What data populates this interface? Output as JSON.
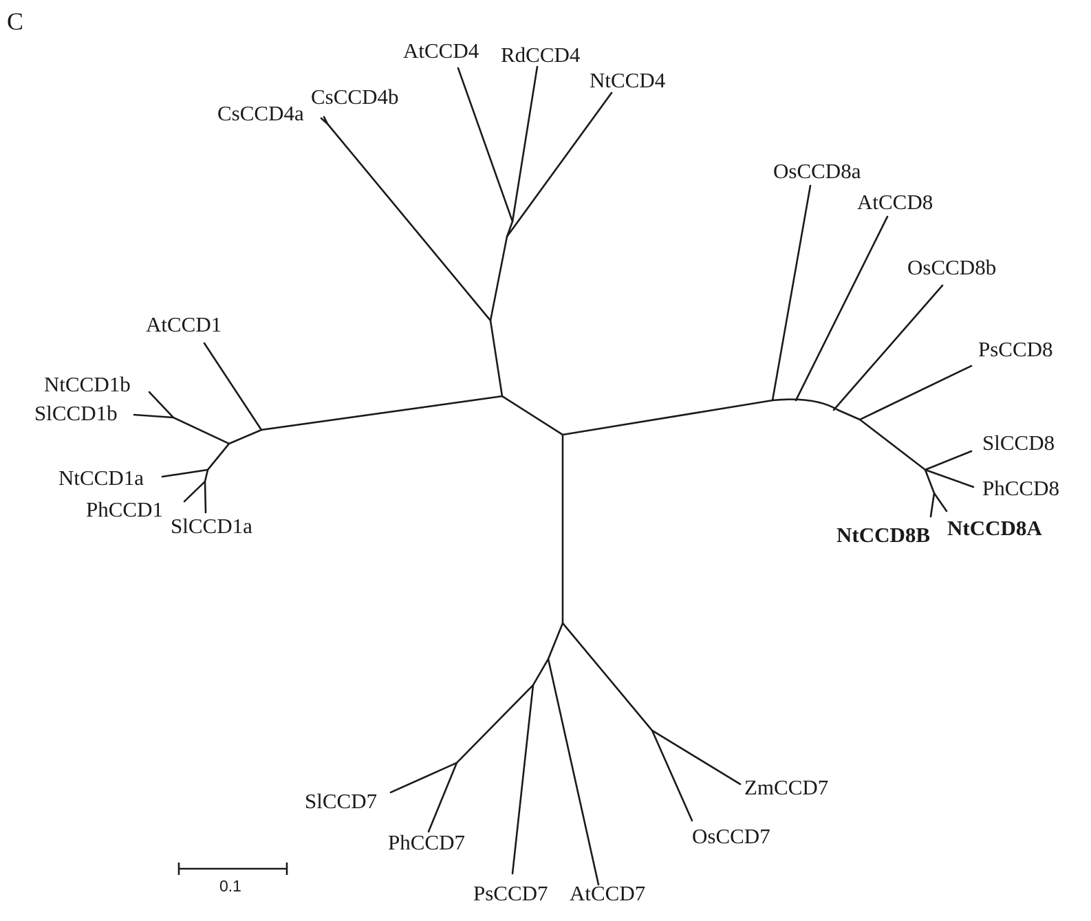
{
  "figure": {
    "panel_letter": "C",
    "scale_bar_label": "0.1"
  },
  "groups": {
    "ccd4": {
      "AtCCD4": "AtCCD4",
      "RdCCD4": "RdCCD4",
      "NtCCD4": "NtCCD4",
      "CsCCD4a": "CsCCD4a",
      "CsCCD4b": "CsCCD4b"
    },
    "ccd8": {
      "OsCCD8a": "OsCCD8a",
      "AtCCD8": "AtCCD8",
      "OsCCD8b": "OsCCD8b",
      "PsCCD8": "PsCCD8",
      "SlCCD8": "SlCCD8",
      "PhCCD8": "PhCCD8",
      "NtCCD8B": "NtCCD8B",
      "NtCCD8A": "NtCCD8A"
    },
    "ccd1": {
      "AtCCD1": "AtCCD1",
      "NtCCD1b": "NtCCD1b",
      "SlCCD1b": "SlCCD1b",
      "NtCCD1a": "NtCCD1a",
      "PhCCD1": "PhCCD1",
      "SlCCD1a": "SlCCD1a"
    },
    "ccd7": {
      "SlCCD7": "SlCCD7",
      "PhCCD7": "PhCCD7",
      "PsCCD7": "PsCCD7",
      "AtCCD7": "AtCCD7",
      "ZmCCD7": "ZmCCD7",
      "OsCCD7": "OsCCD7"
    }
  }
}
